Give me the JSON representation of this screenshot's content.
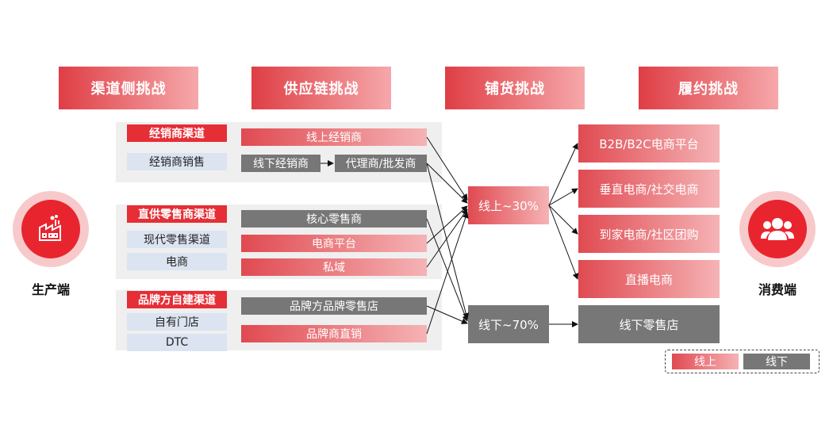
{
  "headers": {
    "channel": "渠道侧挑战",
    "supply": "供应链挑战",
    "distribution": "铺货挑战",
    "fulfillment": "履约挑战"
  },
  "producer": {
    "label": "生产端",
    "icon": "factory-icon"
  },
  "consumer": {
    "label": "消费端",
    "icon": "users-icon"
  },
  "groups": {
    "dealer": {
      "title": "经销商渠道",
      "sub": "经销商销售",
      "bar_online": "线上经销商",
      "bar_offline_1": "线下经销商",
      "bar_offline_2": "代理商/批发商"
    },
    "direct": {
      "title": "直供零售商渠道",
      "sub1": "现代零售渠道",
      "sub2": "电商",
      "bar1": "核心零售商",
      "bar2": "电商平台",
      "bar3": "私域"
    },
    "brand": {
      "title": "品牌方自建渠道",
      "sub1": "自有门店",
      "sub2": "DTC",
      "bar1": "品牌方品牌零售店",
      "bar2": "品牌商直销"
    }
  },
  "hubs": {
    "online": "线上~30%",
    "offline": "线下~70%"
  },
  "outcomes": {
    "o1": "B2B/B2C电商平台",
    "o2": "垂直电商/社交电商",
    "o3": "到家电商/社区团购",
    "o4": "直播电商",
    "o5": "线下零售店"
  },
  "legend": {
    "online": "线上",
    "offline": "线下"
  },
  "colors": {
    "accent_red": "#e62e36",
    "offline_gray": "#777777",
    "label_blue": "#dce4f1"
  }
}
